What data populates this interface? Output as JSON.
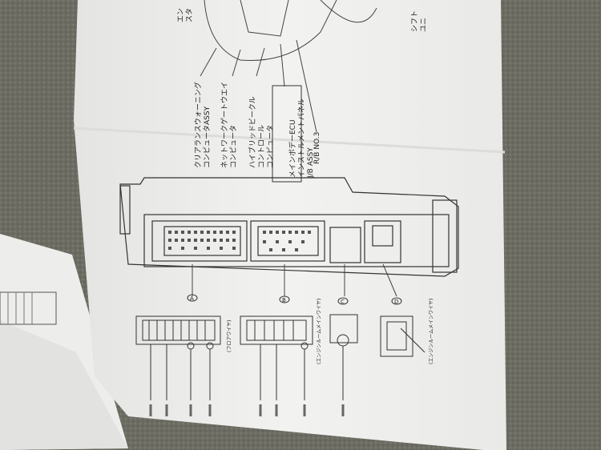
{
  "labels": {
    "clearance_warning_ecu": "クリアランスウォーニング\nコンピュータASSY",
    "network_gateway_ecu": "ネットワークゲートウエイ\nコンピュータ",
    "hybrid_vehicle_ecu": "ハイブリッドビークル\nコントロール\nコンピュータ",
    "main_body_ecu": "メインボデーECU\nインストルメントパネル\nJ/B ASSY",
    "rb_no3": "R/B NO.3",
    "shift_unit": "シフト\nユニ",
    "top_left_fragment": "エン\nスタ"
  },
  "connector_markers": [
    "A",
    "B",
    "C",
    "D"
  ],
  "wire_harness_labels": [
    "(フロアワイヤ)",
    "(エンジンルームメインワイヤ)",
    "(エンジンルームメインワイヤ)"
  ],
  "colors": {
    "background_carpet": "#6f6f66",
    "paper": "#f1f1ef",
    "ink": "#333333"
  }
}
